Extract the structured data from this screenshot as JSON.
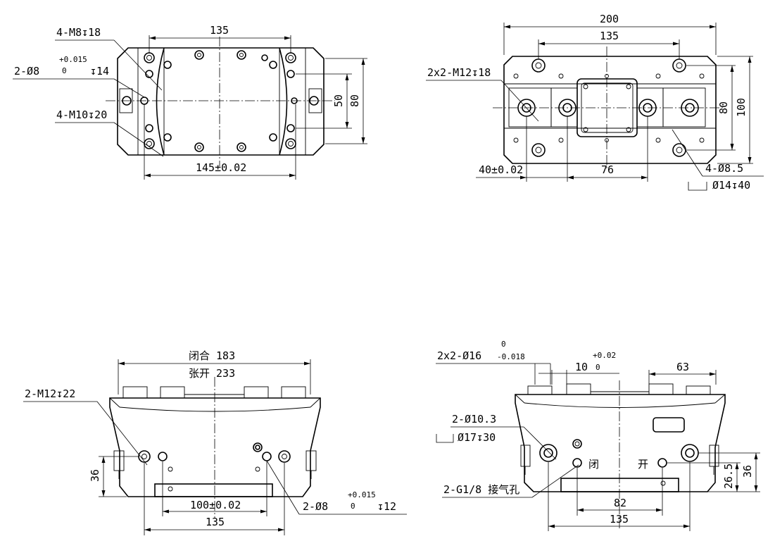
{
  "top_left_view": {
    "callout_m8": "4-M8↧18",
    "callout_pin": "2-Ø8",
    "tol_pin_upper": "+0.015",
    "tol_pin_lower": "0",
    "callout_pin_depth": "↧14",
    "callout_m10": "4-M10↧20",
    "dim_135": "135",
    "dim_145": "145±0.02",
    "dim_50": "50",
    "dim_80": "80"
  },
  "top_right_view": {
    "dim_200": "200",
    "dim_135": "135",
    "callout_m12": "2x2-M12↧18",
    "dim_40": "40±0.02",
    "dim_76": "76",
    "callout_hole": "4-Ø8.5",
    "callout_cbore": "Ø14↧40",
    "dim_80": "80",
    "dim_100": "100"
  },
  "bottom_left_view": {
    "label_closed": "闭合 183",
    "label_open": "张开 233",
    "callout_m12": "2-M12↧22",
    "callout_pin": "2-Ø8",
    "tol_pin_upper": "+0.015",
    "tol_pin_lower": "0",
    "callout_pin_depth": "↧12",
    "dim_36": "36",
    "dim_100": "100±0.02",
    "dim_135": "135"
  },
  "bottom_right_view": {
    "callout_bore": "2x2-Ø16",
    "tol_bore_upper": "0",
    "tol_bore_lower": "-0.018",
    "dim_10": "10",
    "tol_10_upper": "+0.02",
    "tol_10_lower": "0",
    "dim_63": "63",
    "callout_hole": "2-Ø10.3",
    "callout_cbore": "Ø17↧30",
    "label_close": "闭",
    "label_open": "开",
    "callout_air": "2-G1/8 接气孔",
    "dim_82": "82",
    "dim_135": "135",
    "dim_26_5": "26.5",
    "dim_36": "36"
  }
}
